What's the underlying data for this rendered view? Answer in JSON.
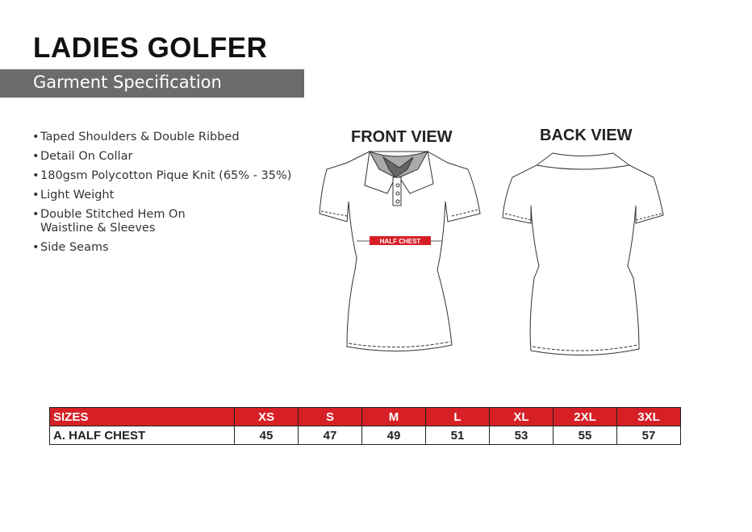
{
  "title": "LADIES GOLFER",
  "subtitle": "Garment Specification",
  "features": [
    "Taped Shoulders & Double Ribbed",
    "Detail On Collar",
    "180gsm Polycotton Pique Knit (65% - 35%)",
    "Light Weight",
    "Double Stitched Hem On\nWaistline & Sleeves",
    "Side Seams"
  ],
  "front_view": "FRONT VIEW",
  "back_view": "BACK VIEW",
  "half_chest_label": "HALF CHEST",
  "table": {
    "header": [
      "SIZES",
      "XS",
      "S",
      "M",
      "L",
      "XL",
      "2XL",
      "3XL"
    ],
    "rows": [
      [
        "A. HALF CHEST",
        "45",
        "47",
        "49",
        "51",
        "53",
        "55",
        "57"
      ]
    ]
  },
  "colors": {
    "accent": "#d71f26",
    "subtitle_bar": "#6b6b6b"
  }
}
